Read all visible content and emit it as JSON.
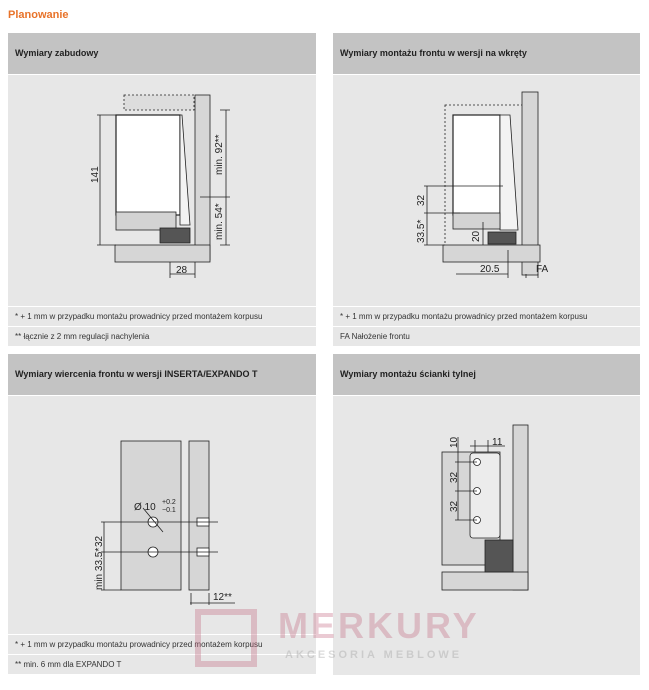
{
  "page_title": "Planowanie",
  "panels": [
    {
      "title": "Wymiary zabudowy",
      "labels": {
        "height": "141",
        "top": "min. 92**",
        "bottom": "min. 54*",
        "depth": "28"
      },
      "notes": [
        "*   + 1 mm w przypadku montażu prowadnicy przed montażem korpusu",
        "** łącznie z 2 mm regulacji nachylenia"
      ]
    },
    {
      "title": "Wymiary montażu frontu w wersji na wkręty",
      "labels": {
        "upper": "32",
        "lower": "33.5*",
        "rail": "20",
        "offset": "20.5",
        "fa": "FA"
      },
      "notes": [
        "*   + 1 mm w przypadku montażu prowadnicy przed montażem korpusu",
        "FA   Nałożenie frontu"
      ]
    },
    {
      "title": "Wymiary wiercenia frontu w wersji INSERTA/EXPANDO T",
      "labels": {
        "diameter": "Ø 10",
        "tol_plus": "+0.2",
        "tol_minus": "−0.1",
        "spacing": "32",
        "min": "min 33.5*",
        "depth": "12**"
      },
      "notes": [
        "*   + 1 mm w przypadku montażu prowadnicy przed montażem korpusu",
        "** min. 6 mm dla EXPANDO T"
      ]
    },
    {
      "title": "Wymiary montażu ścianki tylnej",
      "labels": {
        "top": "10",
        "side": "11",
        "spacing1": "32",
        "spacing2": "32"
      }
    }
  ],
  "watermark": {
    "brand": "MERKURY",
    "tagline": "AKCESORIA MEBLOWE"
  }
}
